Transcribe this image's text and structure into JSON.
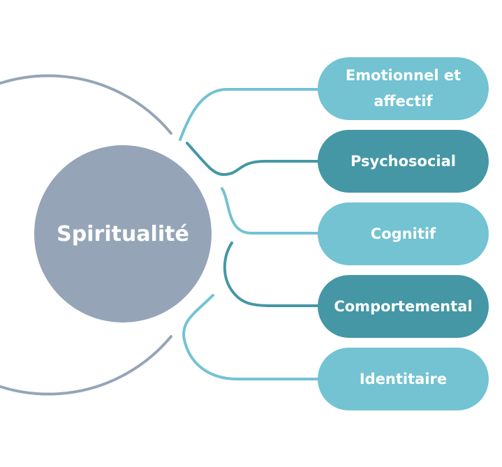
{
  "center": {
    "label": "Spiritualité"
  },
  "branches": [
    {
      "label_line1": "Emotionnel et",
      "label_line2": "affectif",
      "tone": "light"
    },
    {
      "label_line1": "Psychosocial",
      "label_line2": "",
      "tone": "dark"
    },
    {
      "label_line1": "Cognitif",
      "label_line2": "",
      "tone": "light"
    },
    {
      "label_line1": "Comportemental",
      "label_line2": "",
      "tone": "dark"
    },
    {
      "label_line1": "Identitaire",
      "label_line2": "",
      "tone": "light"
    }
  ],
  "colors": {
    "center_fill": "#95a5b7",
    "outer_ring": "#95a5b7",
    "light_pill": "#73c3d2",
    "dark_pill": "#4597a5",
    "light_connector": "#73c3d2",
    "dark_connector": "#4597a5"
  }
}
